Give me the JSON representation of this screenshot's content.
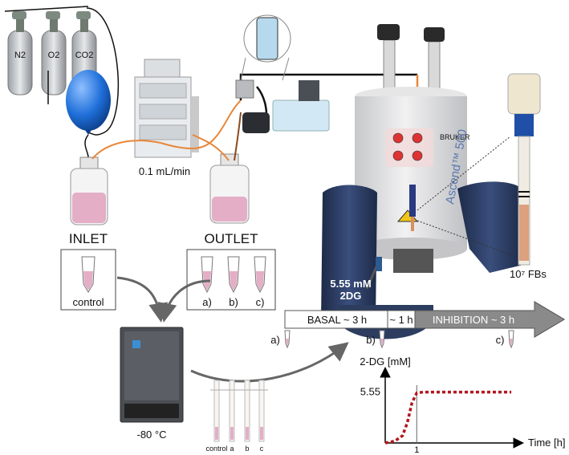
{
  "gases": [
    "N2",
    "O2",
    "CO2"
  ],
  "flow_rate": "0.1 mL/min",
  "inlet_label": "INLET",
  "outlet_label": "OUTLET",
  "control_label": "control",
  "sample_labels": [
    "a)",
    "b)",
    "c)"
  ],
  "freezer_temp": "-80 °C",
  "tube_labels": [
    "control",
    "a",
    "b",
    "c"
  ],
  "injection": {
    "conc": "5.55 mM",
    "compound": "2DG"
  },
  "cells": "10⁷ FBs",
  "spectrometer_label": "Ascend™ 500",
  "brand": "BRUKER",
  "timeline": {
    "basal": "BASAL ~ 3 h",
    "gap": "~ 1 h",
    "inhibition": "INHIBITION ~ 3 h",
    "markers": [
      "a)",
      "b)",
      "c)"
    ]
  },
  "graph": {
    "ylabel": "2-DG [mM]",
    "xlabel": "Time [h]",
    "y_tick": "5.55",
    "x_tick": "1",
    "profile": {
      "x": [
        0,
        0.3,
        0.55,
        0.7,
        0.85,
        1.0,
        1.2,
        2.5,
        4.0
      ],
      "y": [
        0,
        0.2,
        0.8,
        2.2,
        4.4,
        5.45,
        5.55,
        5.55,
        5.55
      ]
    },
    "x_max": 4.2,
    "y_max": 7
  },
  "colors": {
    "tubing_orange": "#e8873a",
    "tubing_black": "#111111",
    "balloon": "#1f6fd9",
    "medium": "#e4aec6",
    "magnet": "#2d3d60",
    "curve": "#b3161e"
  }
}
